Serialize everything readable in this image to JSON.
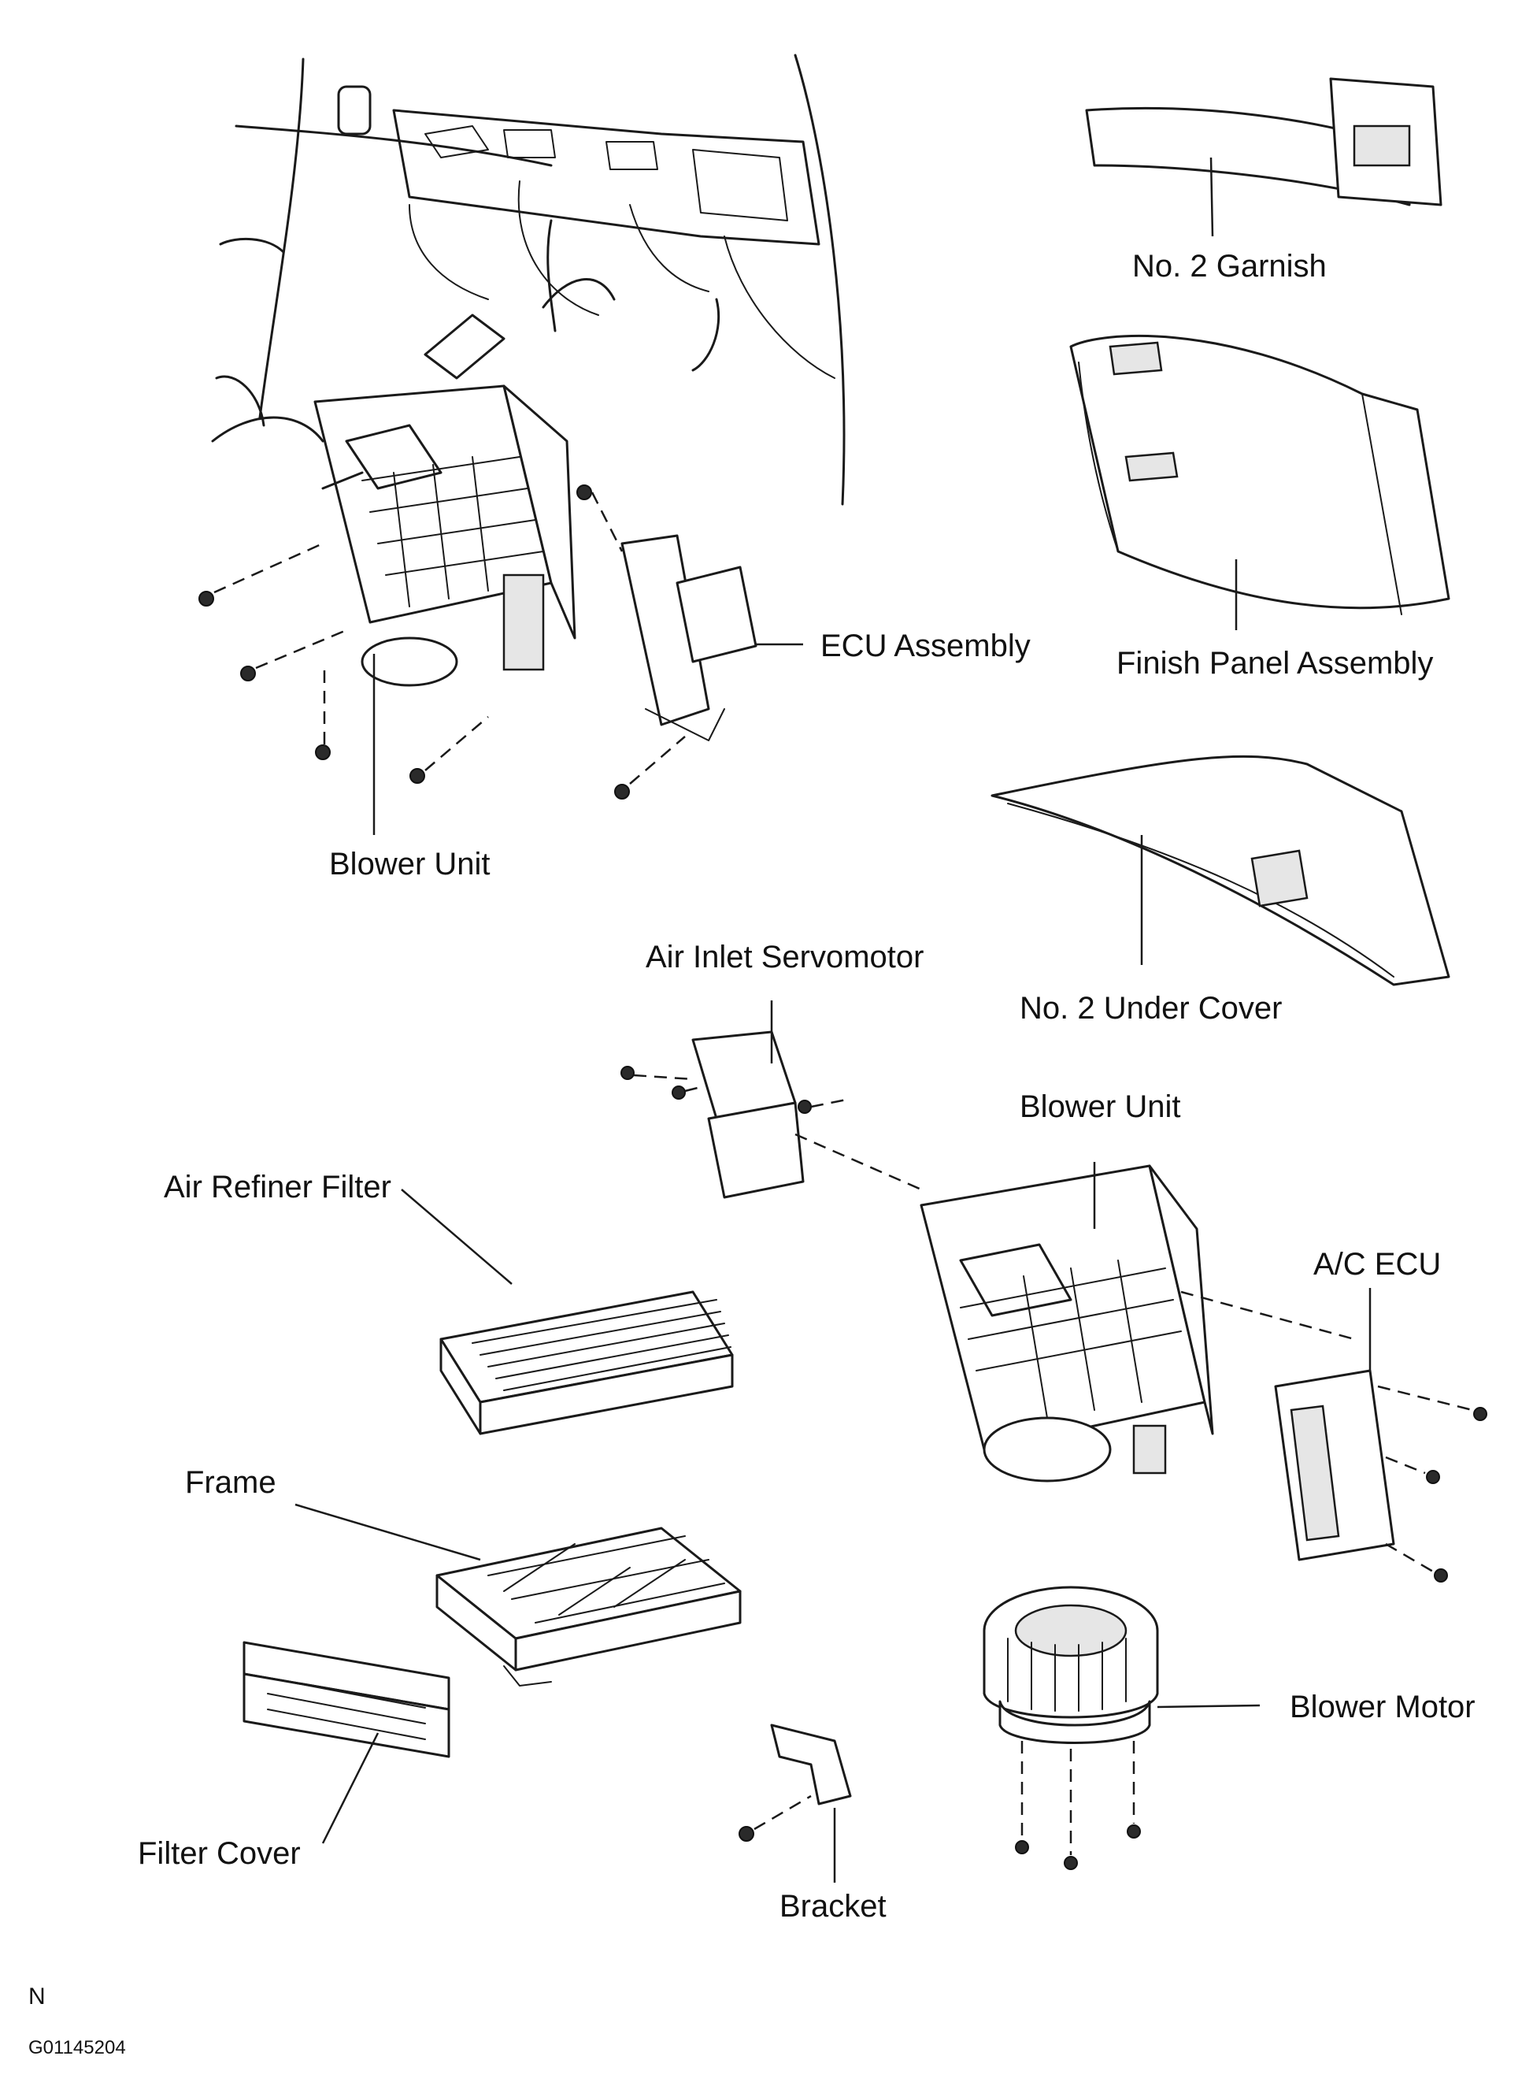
{
  "labels": {
    "no2_garnish": "No. 2 Garnish",
    "finish_panel": "Finish Panel Assembly",
    "ecu_assembly": "ECU Assembly",
    "blower_unit_top": "Blower Unit",
    "no2_under_cover": "No. 2 Under Cover",
    "air_inlet_servomotor": "Air Inlet Servomotor",
    "blower_unit_main": "Blower Unit",
    "air_refiner_filter": "Air Refiner Filter",
    "ac_ecu": "A/C ECU",
    "frame": "Frame",
    "blower_motor": "Blower Motor",
    "filter_cover": "Filter Cover",
    "bracket": "Bracket"
  },
  "footer": {
    "direction": "N",
    "figure_code": "G01145204"
  }
}
